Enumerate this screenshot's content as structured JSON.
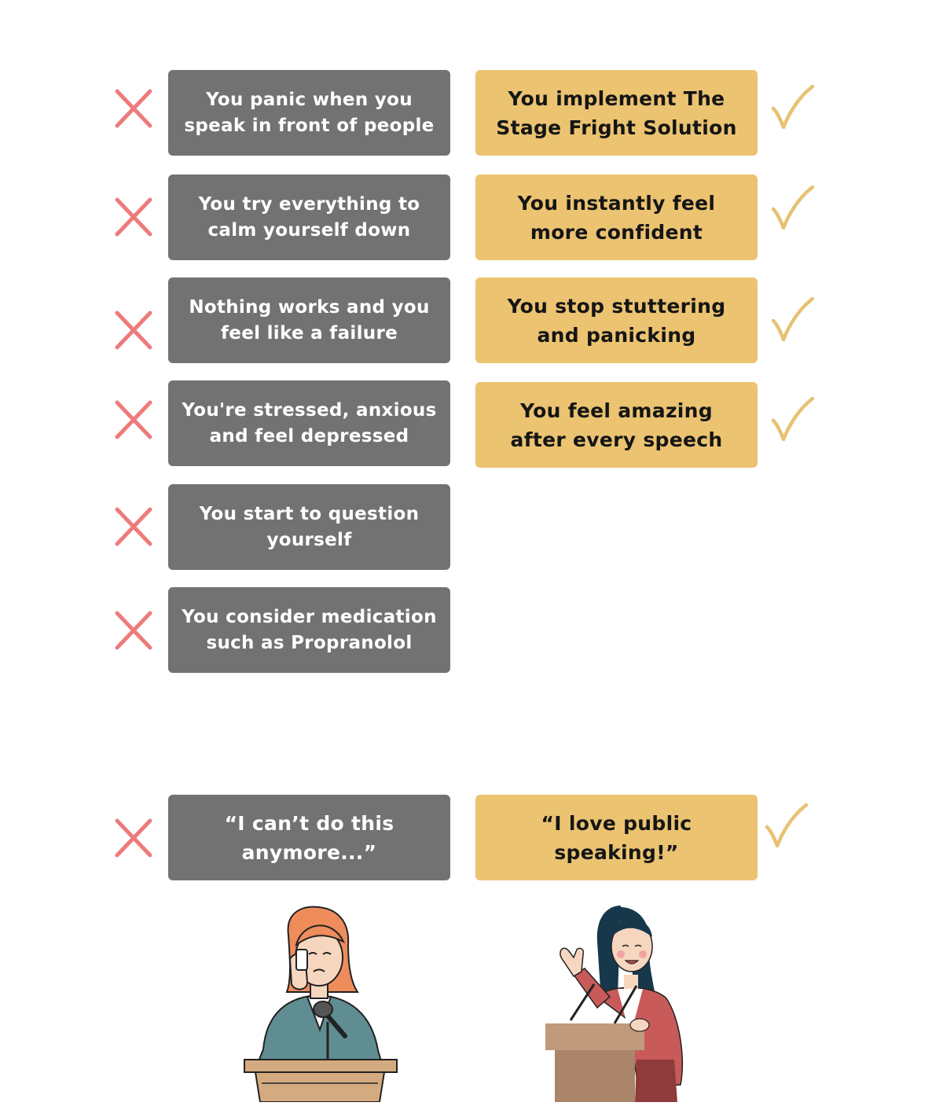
{
  "colors": {
    "negative_box": "#727272",
    "positive_box": "#ebc371",
    "cross": "#ee7b7b",
    "check": "#e8c173"
  },
  "icons": {
    "cross": "cross-icon",
    "check": "check-icon"
  },
  "negatives": [
    "You panic when you\nspeak in front of people",
    "You try everything to\ncalm yourself down",
    "Nothing works and you\nfeel like a failure",
    "You're stressed, anxious\nand feel depressed",
    "You start to question\nyourself",
    "You consider medication\nsuch as Propranolol"
  ],
  "positives": [
    "You implement The\nStage Fright Solution",
    "You instantly feel\nmore confident",
    "You stop stuttering\nand panicking",
    "You feel amazing\nafter every speech"
  ],
  "quotes": {
    "negative": "“I can’t do this\nanymore...”",
    "positive": "“I love public\nspeaking!”"
  }
}
